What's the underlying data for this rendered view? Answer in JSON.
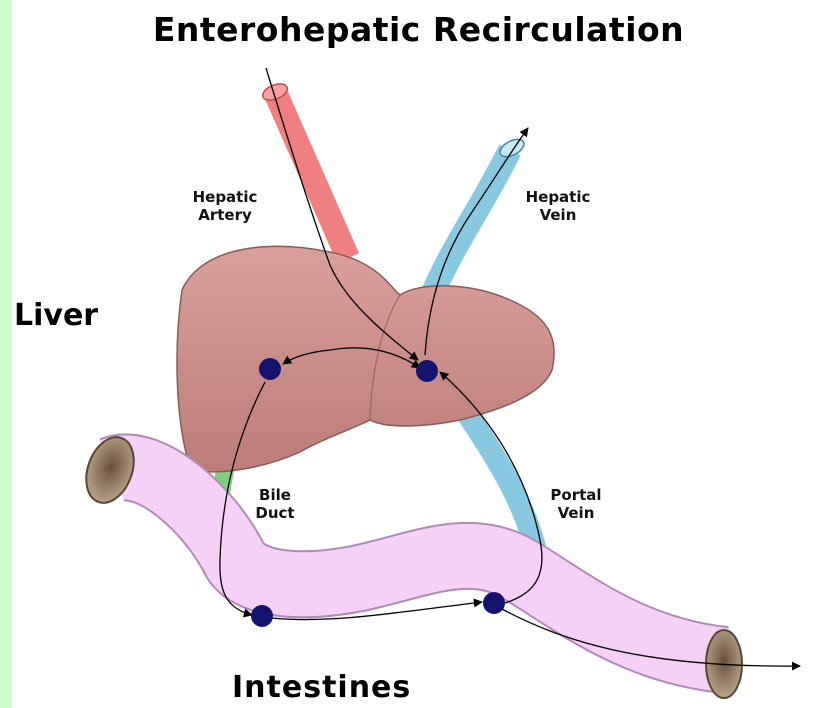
{
  "title": "Enterohepatic Recirculation",
  "labels": {
    "liver": "Liver",
    "intestines": "Intestines",
    "hepatic_artery": "Hepatic\nArtery",
    "hepatic_vein": "Hepatic\nVein",
    "bile_duct": "Bile\nDuct",
    "portal_vein": "Portal\nVein"
  },
  "colors": {
    "background": "#ccffcc",
    "artery": "#f08080",
    "vein": "#88c8e0",
    "bile_duct": "#7fcf7f",
    "liver": "#c98a86",
    "intestine": "#f6d0f6",
    "intestine_outline": "#b08ab8",
    "drug_dot": "#14146e"
  }
}
